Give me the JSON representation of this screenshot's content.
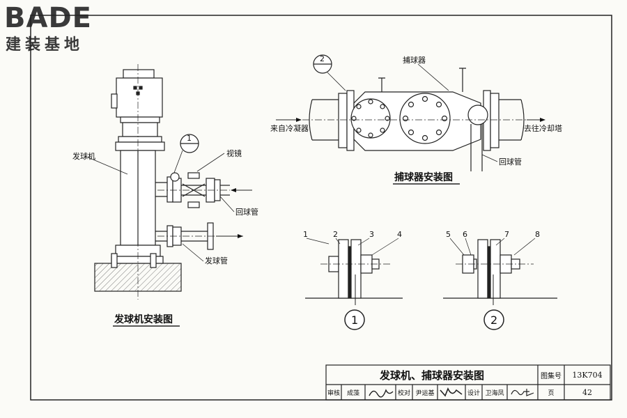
{
  "logo": {
    "main": "BADE",
    "sub": "建装基地"
  },
  "generator": {
    "title": "发球机安装图",
    "labels": {
      "machine": "发球机",
      "sight_glass": "视镜",
      "return_pipe": "回球管",
      "launch_pipe": "发球管",
      "callout_num": "1",
      "callout_den": "—"
    }
  },
  "catcher": {
    "title": "捕球器安装图",
    "labels": {
      "catcher": "捕球器",
      "inlet": "来自冷凝器",
      "outlet": "去往冷却塔",
      "return_pipe": "回球管",
      "callout_num": "2",
      "callout_den": "—"
    }
  },
  "details": {
    "numbers": [
      "1",
      "2",
      "3",
      "4",
      "5",
      "6",
      "7",
      "8"
    ],
    "markers": [
      "1",
      "2"
    ]
  },
  "title_block": {
    "drawing_title": "发球机、捕球器安装图",
    "atlas_label": "图集号",
    "atlas_no": "13K704",
    "review_label": "审核",
    "reviewer": "成藻",
    "check_label": "校对",
    "checker": "尹运基",
    "design_label": "设计",
    "designer": "卫海凤",
    "page_label": "页",
    "page_no": "42"
  }
}
